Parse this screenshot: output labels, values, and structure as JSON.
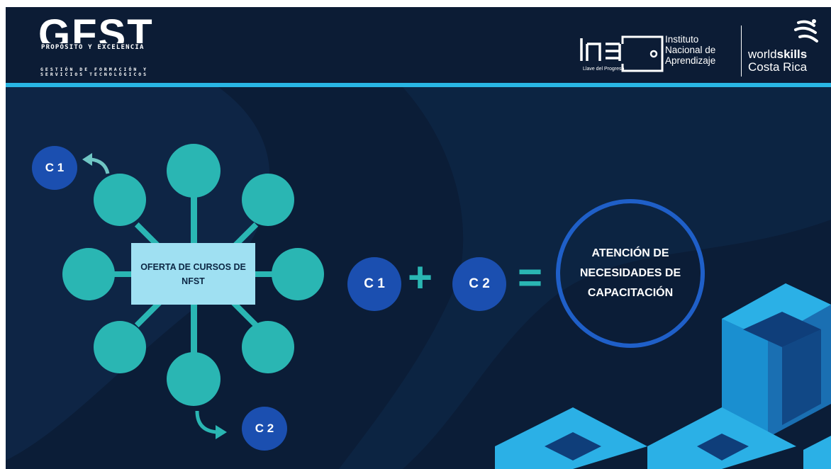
{
  "header": {
    "gfst_title": "GFST",
    "gfst_tagline": "PROPÓSITO Y EXCELENCIA",
    "gfst_subtitle_line1": "GESTIÓN DE FORMACIÓN Y",
    "gfst_subtitle_line2": "SERVICIOS TECNOLÓGICOS",
    "ina_tagline": "Llave del Progreso",
    "institute_line1": "Instituto",
    "institute_line2": "Nacional de",
    "institute_line3": "Aprendizaje",
    "worldskills_prefix": "world",
    "worldskills_bold": "skills",
    "worldskills_region": "Costa Rica"
  },
  "diagram": {
    "center_label": "OFERTA DE CURSOS DE NFST",
    "c1_label": "C 1",
    "c2_label": "C 2"
  },
  "equation": {
    "term1": "C 1",
    "plus": "+",
    "term2": "C 2",
    "equals": "=",
    "result": "ATENCIÓN DE NECESIDADES DE CAPACITACIÓN"
  },
  "colors": {
    "background": "#0b1d37",
    "accent_line": "#29b6e4",
    "node": "#2ab6b3",
    "badge": "#1b4fb0",
    "center_box": "#9fe0f2"
  }
}
